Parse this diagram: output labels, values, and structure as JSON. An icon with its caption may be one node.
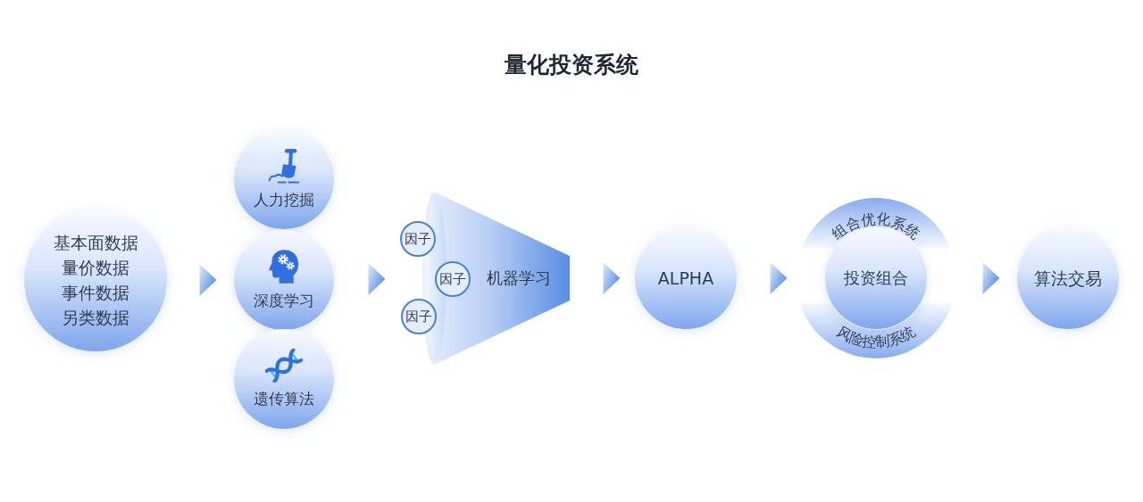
{
  "diagram": {
    "title": "量化投资系统",
    "nodes": [
      {
        "text": [
          "基本面数据",
          "量价数据",
          "事件数据",
          "另类数据"
        ]
      },
      {
        "text": [
          "人力挖掘"
        ]
      },
      {
        "text": [
          "深度学习"
        ]
      },
      {
        "text": [
          "遗传算法"
        ]
      },
      {
        "text": [
          "机器学习"
        ]
      },
      {
        "text": [
          "因子"
        ]
      },
      {
        "text": [
          "因子"
        ],
        "in": 4
      },
      {
        "text": [
          "因子"
        ]
      },
      {
        "text": [
          "ALPHA"
        ]
      },
      {
        "text": [
          "组合优化系统",
          "风险控制系统"
        ]
      },
      {
        "text": [
          "投资组合"
        ],
        "in": 9
      },
      {
        "text": [
          "算法交易"
        ]
      }
    ],
    "edges": [
      {
        "from": 0,
        "to": 2,
        "arrow": "to"
      },
      {
        "from": 2,
        "to": 4,
        "arrow": "to"
      },
      {
        "from": 4,
        "to": 8,
        "arrow": "to"
      },
      {
        "from": 8,
        "to": 9,
        "arrow": "to"
      },
      {
        "from": 9,
        "to": 11,
        "arrow": "to"
      }
    ]
  }
}
